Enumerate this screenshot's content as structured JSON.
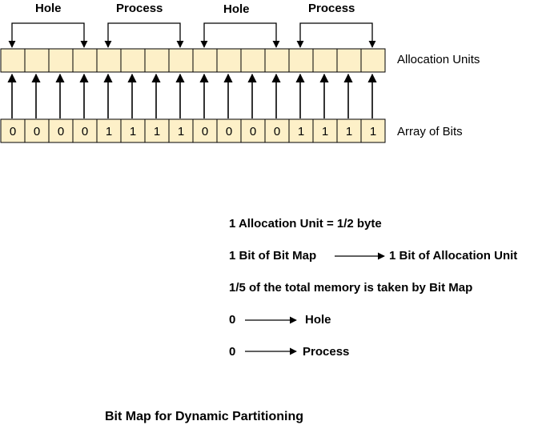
{
  "diagram": {
    "group_labels": [
      "Hole",
      "Process",
      "Hole",
      "Process"
    ],
    "allocation_units_label": "Allocation Units",
    "array_of_bits_label": "Array of Bits",
    "bits": [
      "0",
      "0",
      "0",
      "0",
      "1",
      "1",
      "1",
      "1",
      "0",
      "0",
      "0",
      "0",
      "1",
      "1",
      "1",
      "1"
    ],
    "colors": {
      "cell_fill": "#fdf0c8",
      "stroke": "#000000",
      "background": "#ffffff"
    }
  },
  "notes": {
    "unit_size": "1 Allocation Unit = 1/2 byte",
    "mapping_left": "1 Bit of Bit Map",
    "mapping_right": "1 Bit of Allocation Unit",
    "fraction": "1/5 of the total memory is taken by Bit Map",
    "zero_hole_left": "0",
    "zero_hole_right": "Hole",
    "zero_process_left": "0",
    "zero_process_right": "Process"
  },
  "title": "Bit Map for Dynamic Partitioning"
}
